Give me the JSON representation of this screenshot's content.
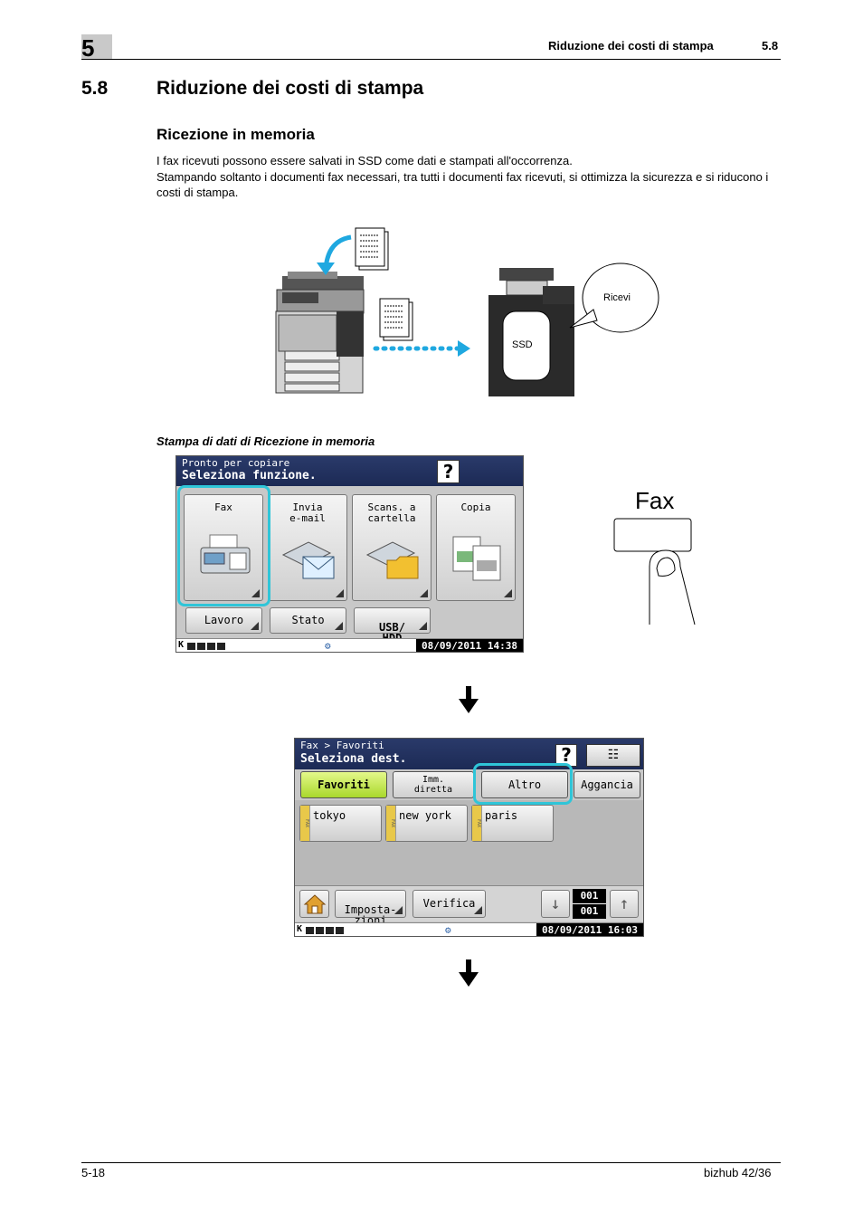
{
  "header": {
    "chapter_number": "5",
    "title": "Riduzione dei costi di stampa",
    "section_ref": "5.8"
  },
  "section": {
    "number": "5.8",
    "title": "Riduzione dei costi di stampa",
    "subtitle": "Ricezione in memoria",
    "paragraph": "I fax ricevuti possono essere salvati in SSD come dati e stampati all'occorrenza.\nStampando soltanto i documenti fax necessari, tra tutti i documenti fax ricevuti, si ottimizza la sicurezza e si riducono i costi di stampa."
  },
  "illustration": {
    "ssd_label": "SSD",
    "bubble_label": "Ricevi"
  },
  "caption": "Stampa di dati di Ricezione in memoria",
  "screen1": {
    "line1": "Pronto per copiare",
    "line2": "Seleziona funzione.",
    "help": "?",
    "buttons": [
      {
        "l1": "Fax",
        "l2": ""
      },
      {
        "l1": "Invia",
        "l2": "e-mail"
      },
      {
        "l1": "Scans. a",
        "l2": "cartella"
      },
      {
        "l1": "Copia",
        "l2": ""
      }
    ],
    "small_buttons": [
      "Lavoro",
      "Stato",
      "USB/\nHDD"
    ],
    "status_k": "K",
    "datetime": "08/09/2011  14:38"
  },
  "fax_key_label": "Fax",
  "screen2": {
    "line1": "Fax > Favoriti",
    "line2": "Seleziona dest.",
    "help": "?",
    "tabs": [
      {
        "label": "Favoriti"
      },
      {
        "label": "Imm.\ndiretta"
      },
      {
        "label": "Altro"
      },
      {
        "label": "Aggancia"
      }
    ],
    "destinations": [
      "tokyo",
      "new york",
      "paris"
    ],
    "dest_tag": "FAX",
    "bottom_buttons": [
      "Imposta-\nzioni",
      "Verifica"
    ],
    "counter_top": "001",
    "counter_bottom": "001",
    "status_k": "K",
    "datetime": "08/09/2011  16:03"
  },
  "footer": {
    "page": "5-18",
    "product": "bizhub 42/36"
  }
}
